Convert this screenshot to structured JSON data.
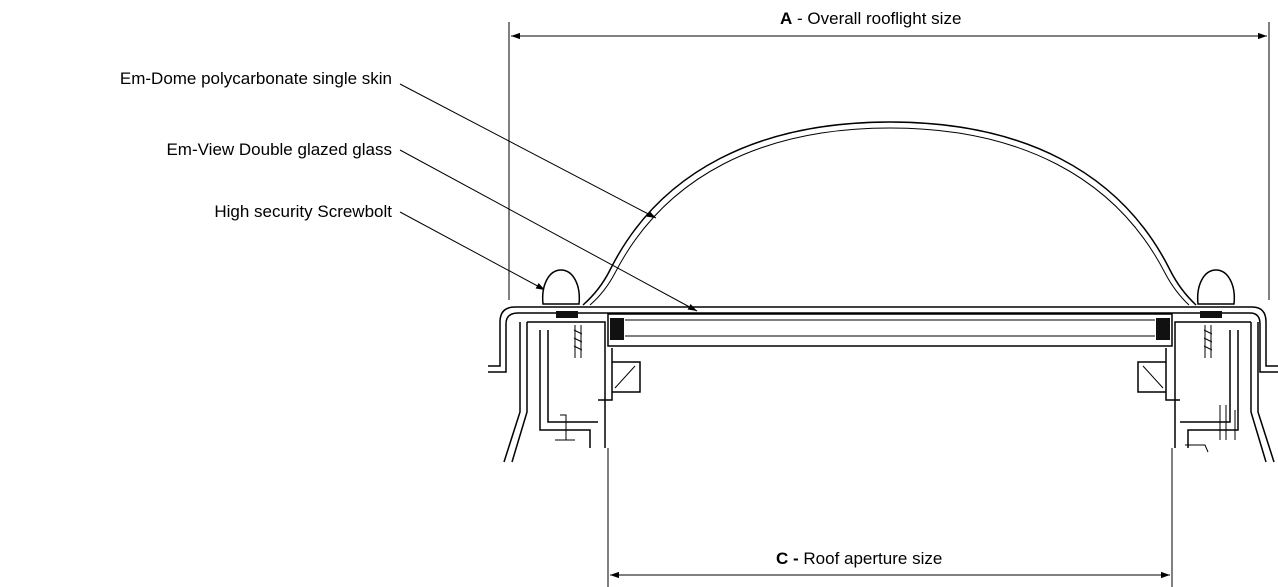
{
  "dimensions": {
    "overall": {
      "key": "A",
      "text": " - Overall rooflight size"
    },
    "aperture": {
      "key": "C -",
      "text": " Roof aperture size"
    }
  },
  "callouts": [
    {
      "id": "dome",
      "text": "Em-Dome polycarbonate single skin"
    },
    {
      "id": "glass",
      "text": "Em-View Double glazed glass"
    },
    {
      "id": "bolt",
      "text": "High security Screwbolt"
    }
  ],
  "colors": {
    "line": "#000000",
    "background": "#ffffff"
  }
}
